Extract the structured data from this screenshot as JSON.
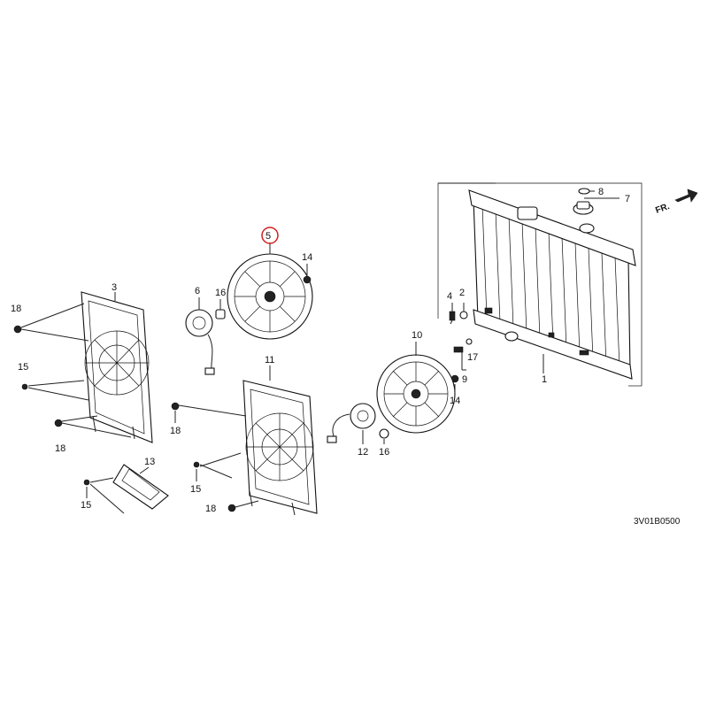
{
  "diagram": {
    "code": "3V01B0500",
    "direction_label": "FR.",
    "highlight_color": "#d42020",
    "highlighted_callout": "5",
    "callouts": {
      "c1": "1",
      "c2": "2",
      "c3": "3",
      "c4": "4",
      "c5": "5",
      "c6": "6",
      "c7": "7",
      "c8": "8",
      "c9": "9",
      "c10": "10",
      "c11": "11",
      "c12": "12",
      "c13": "13",
      "c14a": "14",
      "c14b": "14",
      "c15a": "15",
      "c15b": "15",
      "c15c": "15",
      "c16a": "16",
      "c16b": "16",
      "c17": "17",
      "c18a": "18",
      "c18b": "18",
      "c18c": "18",
      "c18d": "18"
    }
  }
}
